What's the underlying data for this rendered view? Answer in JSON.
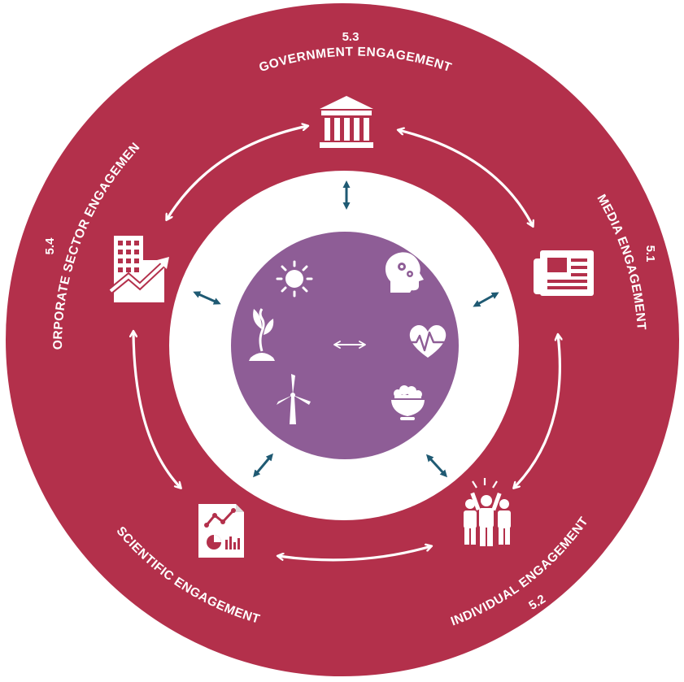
{
  "colors": {
    "outer_ring": "#b3304b",
    "inner_white": "#ffffff",
    "core": "#8e5d96",
    "teal_arrow": "#1f5a73",
    "white": "#ffffff"
  },
  "sections": {
    "government": {
      "number": "5.3",
      "title": "GOVERNMENT ENGAGEMENT",
      "icon": "government-building-icon"
    },
    "media": {
      "number": "5.1",
      "title": "MEDIA ENGAGEMENT",
      "icon": "newspaper-icon"
    },
    "individual": {
      "number": "5.2",
      "title": "INDIVIDUAL ENGAGEMENT",
      "icon": "people-cheering-icon"
    },
    "scientific": {
      "title": "SCIENTIFIC ENGAGEMENT",
      "icon": "science-report-chart-icon"
    },
    "corporate": {
      "number": "5.4",
      "title": "CORPORATE SECTOR ENGAGEMENT",
      "icon": "corporate-building-growth-icon"
    }
  },
  "core_icons": [
    "sun-icon",
    "head-gears-icon",
    "plant-sprout-icon",
    "heart-pulse-icon",
    "wind-turbine-icon",
    "food-bowl-icon",
    "double-arrow-icon"
  ]
}
